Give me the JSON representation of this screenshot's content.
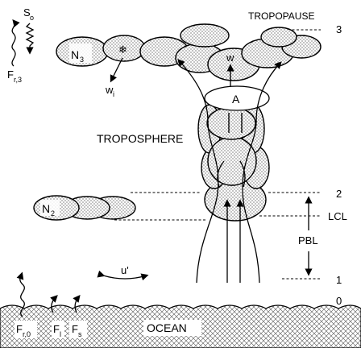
{
  "labels": {
    "tropopause": "TROPOPAUSE",
    "troposphere": "TROPOSPHERE",
    "ocean": "OCEAN",
    "pbl": "PBL",
    "lcl": "LCL",
    "level_3": "3",
    "level_2": "2",
    "level_1": "1",
    "level_0": "0",
    "cloud_n3": "N",
    "cloud_n3_sub": "3",
    "cloud_n2": "N",
    "cloud_n2_sub": "2",
    "anvil_area": "A",
    "updraft_w": "w",
    "ice_fall": "w",
    "ice_fall_sub": "i",
    "horizontal_wind": "u'",
    "solar": "S",
    "solar_sub": "o",
    "fr3": "F",
    "fr3_sub": "r,3",
    "fr0": "F",
    "fr0_sub": "r,0",
    "fl": "F",
    "fl_sub": "l",
    "fs": "F",
    "fs_sub": "s"
  }
}
